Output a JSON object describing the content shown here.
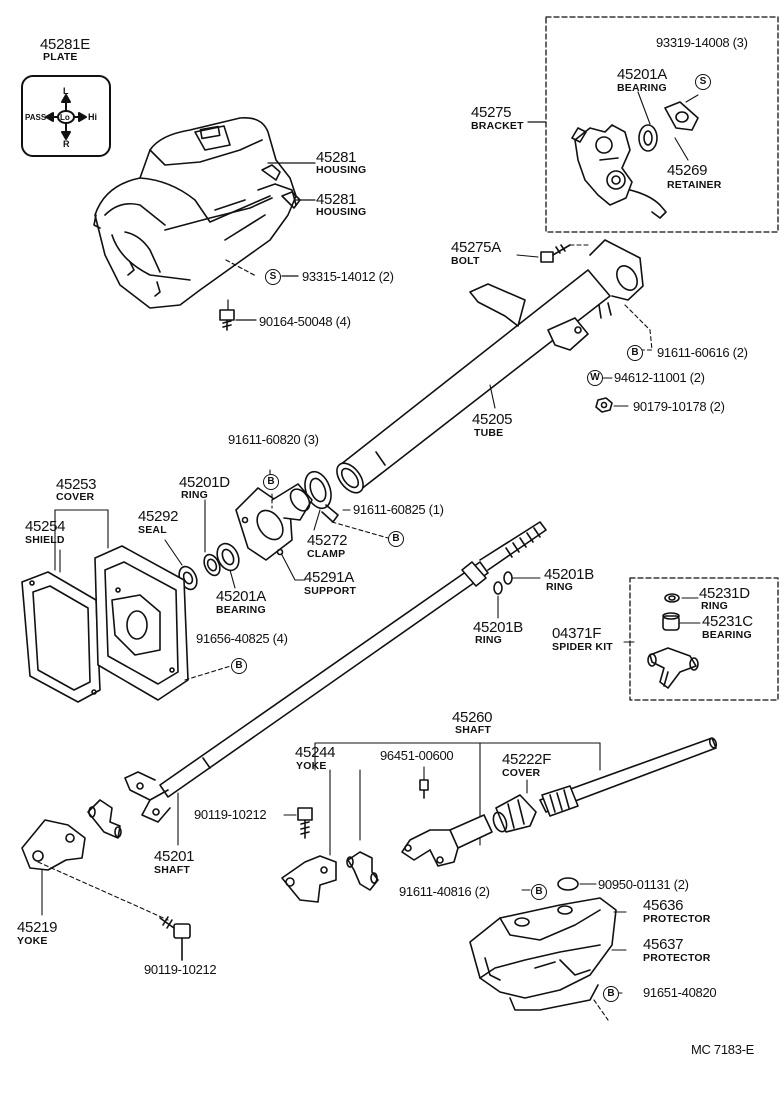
{
  "diagram": {
    "code": "MC  7183-E",
    "parts": [
      {
        "key": "p45281E",
        "number": "45281E",
        "name": "PLATE"
      },
      {
        "key": "p45281a",
        "number": "45281",
        "name": "HOUSING"
      },
      {
        "key": "p45281b",
        "number": "45281",
        "name": "HOUSING"
      },
      {
        "key": "p45275",
        "number": "45275",
        "name": "BRACKET"
      },
      {
        "key": "p45201A_top",
        "number": "45201A",
        "name": "BEARING"
      },
      {
        "key": "p45269",
        "number": "45269",
        "name": "RETAINER"
      },
      {
        "key": "p45275A",
        "number": "45275A",
        "name": "BOLT"
      },
      {
        "key": "p45205",
        "number": "45205",
        "name": "TUBE"
      },
      {
        "key": "p45253",
        "number": "45253",
        "name": "COVER"
      },
      {
        "key": "p45254",
        "number": "45254",
        "name": "SHIELD"
      },
      {
        "key": "p45201D",
        "number": "45201D",
        "name": "RING"
      },
      {
        "key": "p45292",
        "number": "45292",
        "name": "SEAL"
      },
      {
        "key": "p45201A_mid",
        "number": "45201A",
        "name": "BEARING"
      },
      {
        "key": "p45272",
        "number": "45272",
        "name": "CLAMP"
      },
      {
        "key": "p45291A",
        "number": "45291A",
        "name": "SUPPORT"
      },
      {
        "key": "p45201B_r",
        "number": "45201B",
        "name": "RING"
      },
      {
        "key": "p45201B_l",
        "number": "45201B",
        "name": "RING"
      },
      {
        "key": "p45231D",
        "number": "45231D",
        "name": "RING"
      },
      {
        "key": "p45231C",
        "number": "45231C",
        "name": "BEARING"
      },
      {
        "key": "p04371F",
        "number": "04371F",
        "name": "SPIDER KIT"
      },
      {
        "key": "p45260",
        "number": "45260",
        "name": "SHAFT"
      },
      {
        "key": "p45244",
        "number": "45244",
        "name": "YOKE"
      },
      {
        "key": "p45222F",
        "number": "45222F",
        "name": "COVER"
      },
      {
        "key": "p45201",
        "number": "45201",
        "name": "SHAFT"
      },
      {
        "key": "p45219",
        "number": "45219",
        "name": "YOKE"
      },
      {
        "key": "p45636",
        "number": "45636",
        "name": "PROTECTOR"
      },
      {
        "key": "p45637",
        "number": "45637",
        "name": "PROTECTOR"
      }
    ],
    "refs": {
      "r93319": "93319-14008 (3)",
      "r93315": "93315-14012 (2)",
      "r90164": "90164-50048 (4)",
      "r91611_60616": "91611-60616 (2)",
      "r94612": "94612-11001 (2)",
      "r90179": "90179-10178 (2)",
      "r91611_60820": "91611-60820 (3)",
      "r91611_60825": "91611-60825 (1)",
      "r91656": "91656-40825 (4)",
      "r96451": "96451-00600",
      "r90119a": "90119-10212",
      "r91611_40816": "91611-40816 (2)",
      "r90950": "90950-01131 (2)",
      "r91651": "91651-40820",
      "r90119b": "90119-10212"
    },
    "badges": {
      "s": "S",
      "b": "B",
      "w": "W"
    },
    "plate": {
      "top": "L",
      "bottom": "R",
      "left": "PASS",
      "right": "Hi",
      "center": "Lo"
    }
  }
}
